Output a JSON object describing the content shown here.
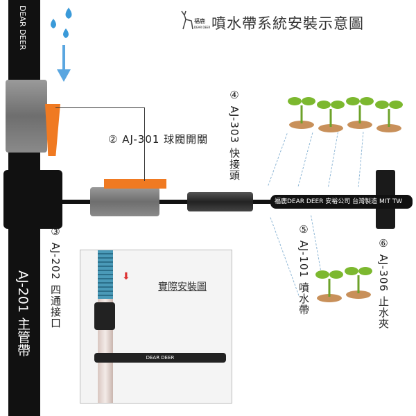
{
  "logo": {
    "cn": "福鹿",
    "en": "DEAR DEER"
  },
  "title": "噴水帶系統安裝示意圖",
  "pipe_text": "DEAR DEER",
  "main_pipe_label": "AJ-201 主管帶",
  "labels": {
    "valve": "② AJ-301 球閥開關",
    "connector": "④ AJ-303 快接頭",
    "cross": "③ AJ-202 四通接口",
    "tape": "⑤ AJ-101 噴水帶",
    "clamp": "⑥ AJ-306 止水夾"
  },
  "tube_print": "福鹿DEAR DEER 安裕公司 台灣製造 MIT TW",
  "inset_title": "實際安裝圖",
  "inset_tube_print": "DEAR DEER",
  "colors": {
    "pipe": "#111111",
    "valve_handle": "#f07a22",
    "water": "#3a9ad9",
    "soil": "#c8905a",
    "leaf": "#7cb82f"
  }
}
